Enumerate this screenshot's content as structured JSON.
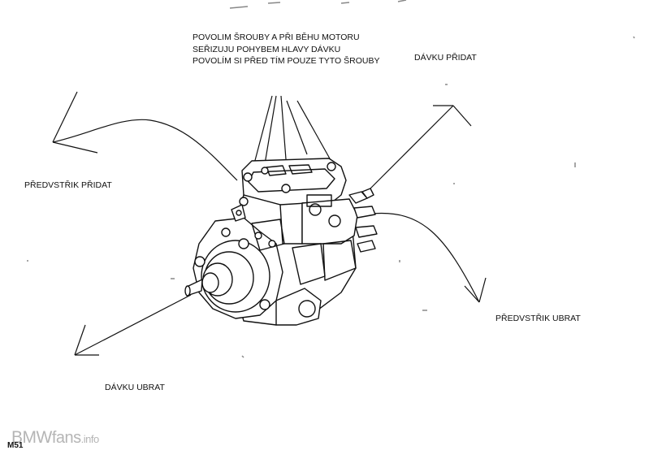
{
  "instructions": {
    "lines": [
      "POVOLIM ŠROUBY A PŘI BĚHU MOTORU",
      "SEŘIZUJU POHYBEM HLAVY DÁVKU",
      "POVOLÍM SI PŘED TÍM POUZE TYTO ŠROUBY"
    ]
  },
  "labels": {
    "advance_add": "PŘEDVSTŘIK PŘIDAT",
    "dose_add": "DÁVKU PŘIDAT",
    "advance_sub": "PŘEDVSTŘIK UBRAT",
    "dose_sub": "DÁVKU UBRAT"
  },
  "footer": {
    "model": "M51",
    "brand_part1": "BMW",
    "brand_part2": "fans",
    "brand_part3": ".info"
  }
}
